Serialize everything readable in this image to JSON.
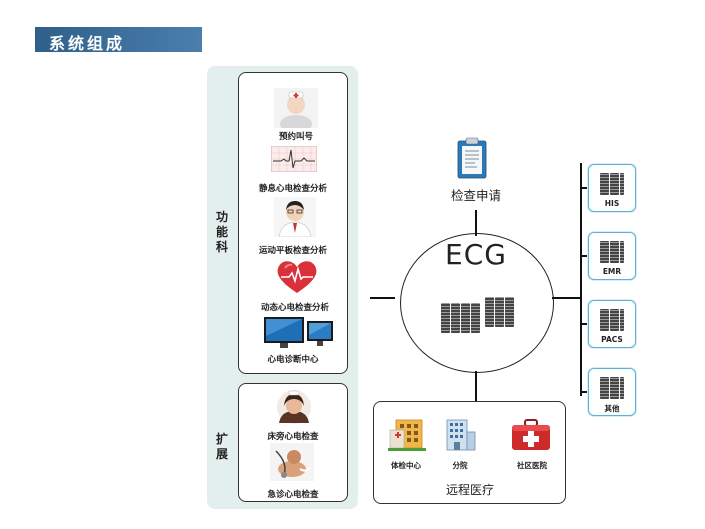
{
  "header": {
    "title": "系统组成"
  },
  "left_panel": {
    "group1": {
      "side_label": "功\n能\n科",
      "items": [
        {
          "label": "预约叫号",
          "icon": "nurse-icon"
        },
        {
          "label": "静息心电检查分析",
          "icon": "ecg-strip-icon"
        },
        {
          "label": "运动平板检查分析",
          "icon": "doctor-icon"
        },
        {
          "label": "动态心电检查分析",
          "icon": "heart-icon"
        },
        {
          "label": "心电诊断中心",
          "icon": "monitors-icon"
        }
      ]
    },
    "group2": {
      "side_label": "扩\n展",
      "items": [
        {
          "label": "床旁心电检查",
          "icon": "bedside-nurse-icon"
        },
        {
          "label": "急诊心电检查",
          "icon": "emergency-icon"
        }
      ]
    }
  },
  "center": {
    "request_label": "检查申请",
    "ecg_label": "ECG"
  },
  "systems": [
    {
      "label": "HIS"
    },
    {
      "label": "EMR"
    },
    {
      "label": "PACS"
    },
    {
      "label": "其他"
    }
  ],
  "remote": {
    "title": "远程医疗",
    "items": [
      {
        "label": "体检中心"
      },
      {
        "label": "分院"
      },
      {
        "label": "社区医院"
      }
    ]
  },
  "colors": {
    "title_bar": "#3f6f99",
    "panel_bg": "#e3efec",
    "system_border": "#5ab3d1",
    "heart": "#d9303a"
  }
}
